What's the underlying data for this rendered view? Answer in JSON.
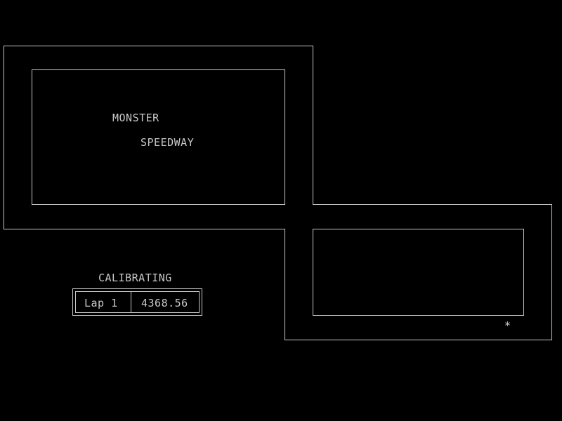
{
  "game": {
    "title_line_1": "MONSTER",
    "title_line_2": "SPEEDWAY",
    "status": "CALIBRATING"
  },
  "hud": {
    "lap_label": "Lap 1",
    "lap_time": "4368.56"
  },
  "car": {
    "glyph": "*"
  },
  "colors": {
    "background": "#000000",
    "track_line": "#c8c8c8",
    "text": "#c8c8c8"
  }
}
